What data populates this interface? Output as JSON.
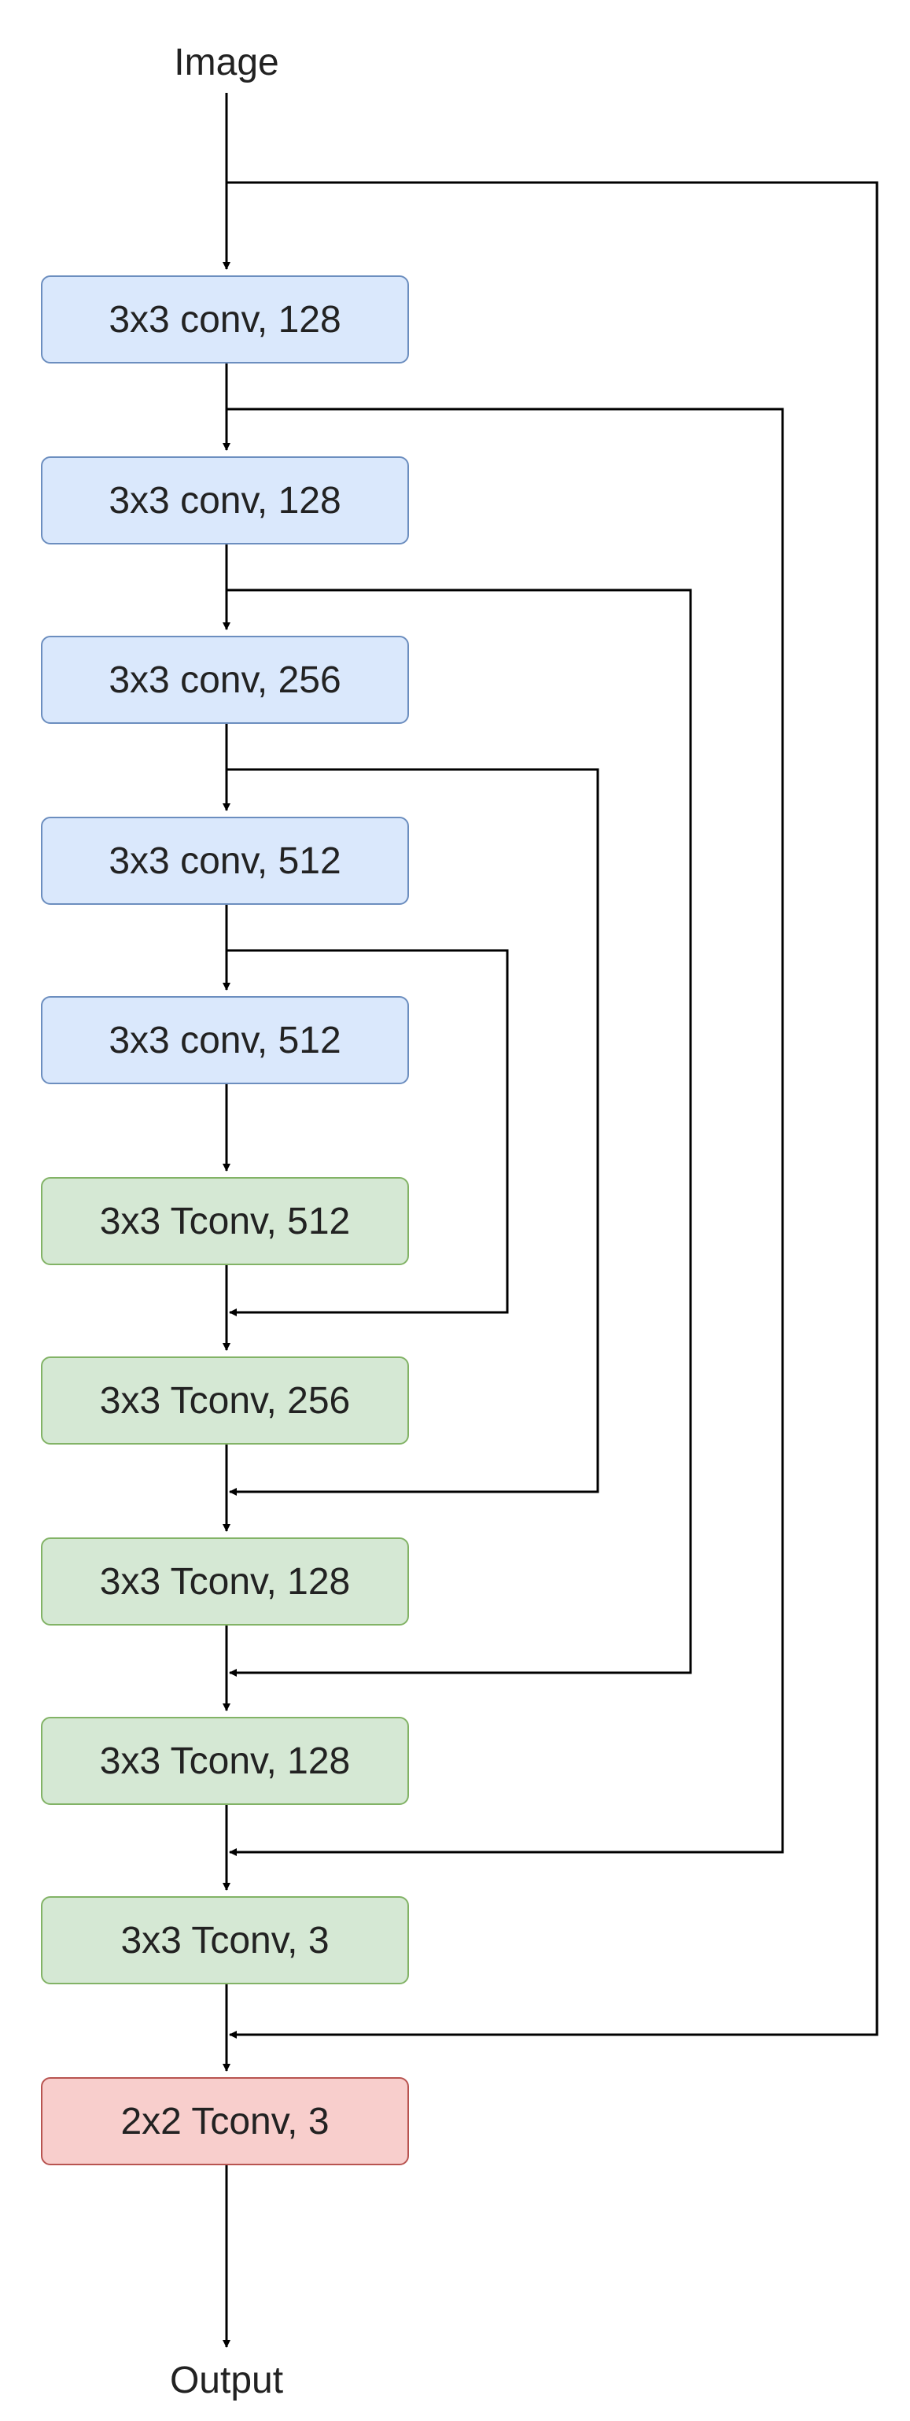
{
  "labels": {
    "input": "Image",
    "output": "Output"
  },
  "nodes": [
    {
      "id": "enc1",
      "text": "3x3 conv, 128",
      "kind": "encoder"
    },
    {
      "id": "enc2",
      "text": "3x3 conv, 128",
      "kind": "encoder"
    },
    {
      "id": "enc3",
      "text": "3x3 conv, 256",
      "kind": "encoder"
    },
    {
      "id": "enc4",
      "text": "3x3 conv, 512",
      "kind": "encoder"
    },
    {
      "id": "enc5",
      "text": "3x3 conv, 512",
      "kind": "encoder"
    },
    {
      "id": "dec1",
      "text": "3x3 Tconv, 512",
      "kind": "decoder"
    },
    {
      "id": "dec2",
      "text": "3x3 Tconv, 256",
      "kind": "decoder"
    },
    {
      "id": "dec3",
      "text": "3x3 Tconv, 128",
      "kind": "decoder"
    },
    {
      "id": "dec4",
      "text": "3x3 Tconv, 128",
      "kind": "decoder"
    },
    {
      "id": "dec5",
      "text": "3x3 Tconv, 3",
      "kind": "decoder"
    },
    {
      "id": "final",
      "text": "2x2 Tconv, 3",
      "kind": "final"
    }
  ],
  "colors": {
    "encoder_fill": "#dae8fc",
    "encoder_border": "#6c8ebf",
    "decoder_fill": "#d5e8d4",
    "decoder_border": "#82b366",
    "final_fill": "#f8cecc",
    "final_border": "#b85450",
    "edge": "#000000"
  }
}
